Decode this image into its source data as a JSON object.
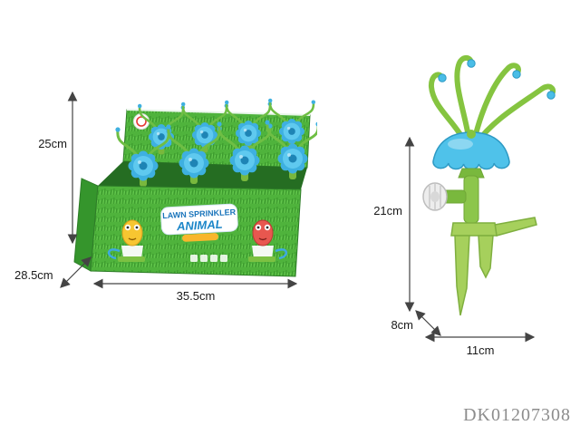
{
  "box": {
    "title_line1": "LAWN SPRINKLER",
    "title_line2": "ANIMAL",
    "height_label": "25cm",
    "depth_label": "28.5cm",
    "width_label": "35.5cm"
  },
  "toy": {
    "height_label": "21cm",
    "depth_label": "8cm",
    "width_label": "11cm"
  },
  "sku": "DK01207308",
  "colors": {
    "grass_green": "#4FB33C",
    "grass_dark": "#3C9A2E",
    "toy_green": "#8CC64B",
    "stake_green": "#A6D05C",
    "flower_blue": "#4FC2EA",
    "flower_blue_dark": "#2E9AC4",
    "badge_blue": "#1B75BB",
    "dimension_line": "#444444",
    "sku_gray": "#8C8C8C"
  }
}
